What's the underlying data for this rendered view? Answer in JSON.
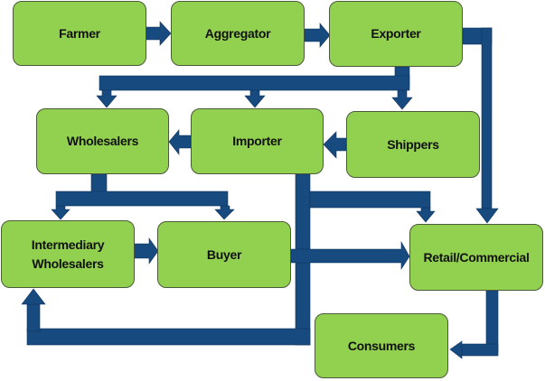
{
  "diagram": {
    "title": "",
    "colors": {
      "node_fill": "#92D050",
      "node_border": "#4a5a3a",
      "arrow": "#174A7E"
    },
    "nodes": {
      "farmer": "Farmer",
      "aggregator": "Aggregator",
      "exporter": "Exporter",
      "wholesalers": "Wholesalers",
      "importer": "Importer",
      "shippers": "Shippers",
      "intermediary_wholesalers": "Intermediary\nWholesalers",
      "buyer": "Buyer",
      "retail_commercial": "Retail/Commercial",
      "consumers": "Consumers"
    },
    "edges": [
      [
        "Farmer",
        "Aggregator"
      ],
      [
        "Aggregator",
        "Exporter"
      ],
      [
        "Exporter",
        "Wholesalers"
      ],
      [
        "Exporter",
        "Importer"
      ],
      [
        "Exporter",
        "Shippers"
      ],
      [
        "Exporter",
        "Retail/Commercial"
      ],
      [
        "Shippers",
        "Importer"
      ],
      [
        "Importer",
        "Wholesalers"
      ],
      [
        "Importer",
        "Retail/Commercial"
      ],
      [
        "Importer",
        "Intermediary Wholesalers"
      ],
      [
        "Wholesalers",
        "Intermediary Wholesalers"
      ],
      [
        "Wholesalers",
        "Buyer"
      ],
      [
        "Intermediary Wholesalers",
        "Buyer"
      ],
      [
        "Buyer",
        "Retail/Commercial"
      ],
      [
        "Retail/Commercial",
        "Consumers"
      ]
    ]
  }
}
